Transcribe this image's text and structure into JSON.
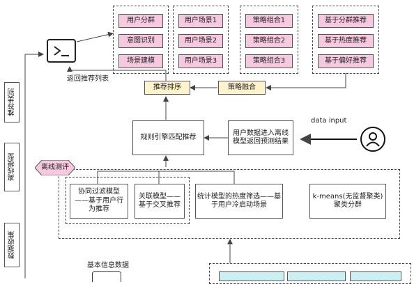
{
  "sidebar": {
    "recommend_category": "推荐类别",
    "offline_model": "离线模型",
    "data_collection": "数据收集"
  },
  "groups": {
    "user_group": [
      "用户分群",
      "意图识别",
      "场景建模"
    ],
    "user_scene": [
      "用户场景1",
      "用户场景2",
      "用户场景3"
    ],
    "strategy": [
      "策略组合1",
      "策略组合2",
      "策略组合3"
    ],
    "based": [
      "基于分群推荐",
      "基于热度推荐",
      "基于偏好推荐"
    ]
  },
  "flow": {
    "return_list": "返回推荐列表",
    "rank": "推荐排序",
    "fusion": "策略融合",
    "rule_engine": "规则引擎匹配推荐",
    "user_data": "用户数据进入离线模型返回预测结果",
    "data_input": "data input"
  },
  "offline": {
    "tag": "离线测评",
    "models": [
      "协同过滤模型——基于用户行为推荐",
      "关联模型——基于交叉推荐",
      "统计模型的热度筛选——基于用户冷启动场景",
      "k-means(无监督聚类)聚类分群"
    ]
  },
  "bottom": {
    "basic_info": "基本信息数据"
  }
}
